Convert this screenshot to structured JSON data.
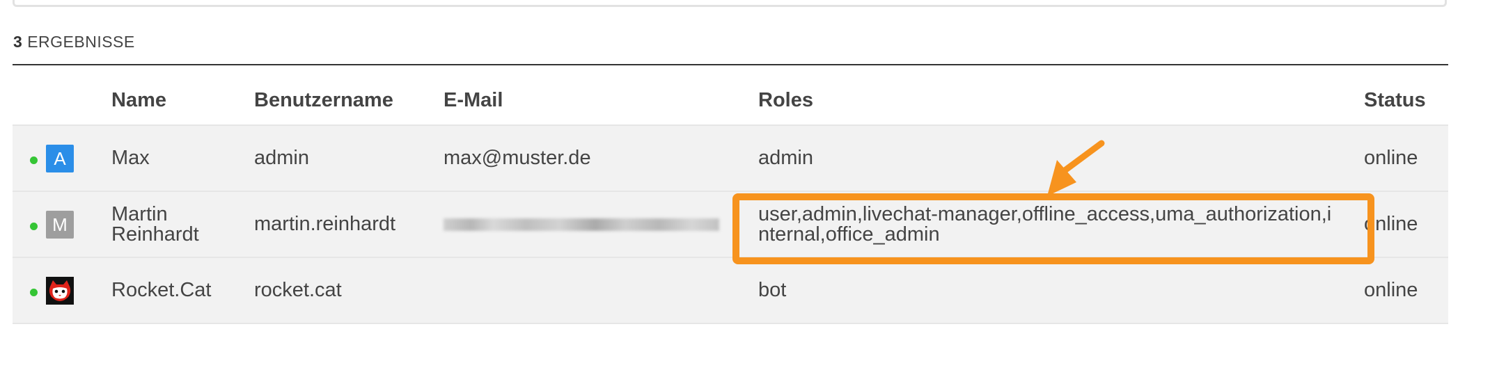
{
  "results": {
    "count": "3",
    "label": "ERGEBNISSE"
  },
  "table": {
    "columns": [
      "Name",
      "Benutzername",
      "E-Mail",
      "Roles",
      "Status"
    ],
    "rows": [
      {
        "avatar_letter": "A",
        "avatar_color": "#2b8ee8",
        "name": "Max",
        "username": "admin",
        "email": "max@muster.de",
        "roles": "admin",
        "status": "online"
      },
      {
        "avatar_letter": "M",
        "avatar_color": "#9e9e9e",
        "name": "Martin Reinhardt",
        "username": "martin.reinhardt",
        "email": "",
        "email_obscured": true,
        "roles": "user,admin,livechat-manager,offline_access,uma_authorization,internal,office_admin",
        "status": "online"
      },
      {
        "avatar_icon": "rocket-cat-icon",
        "name": "Rocket.Cat",
        "username": "rocket.cat",
        "email": "",
        "roles": "bot",
        "status": "online"
      }
    ]
  },
  "colors": {
    "online_dot": "#35c535",
    "annotation": "#f7931e",
    "row_bg": "#f2f2f2"
  }
}
